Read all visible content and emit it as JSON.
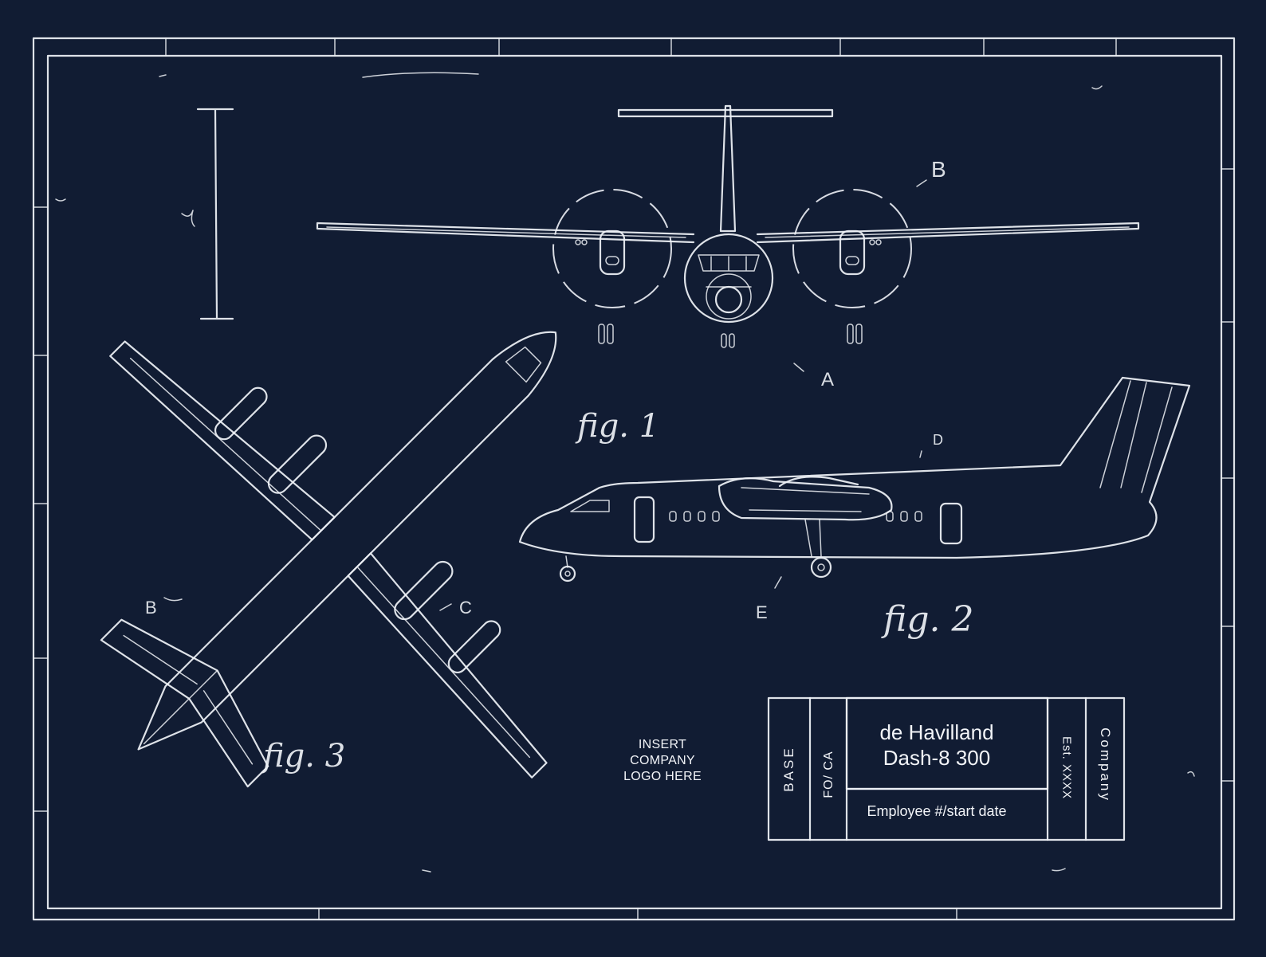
{
  "figures": {
    "fig1": "fig. 1",
    "fig2": "fig. 2",
    "fig3": "fig. 3"
  },
  "callouts": {
    "a": "A",
    "b_front": "B",
    "b_top": "B",
    "c": "C",
    "d": "D",
    "e": "E"
  },
  "logo_placeholder": {
    "line1": "INSERT",
    "line2": "COMPANY",
    "line3": "LOGO HERE"
  },
  "title_block": {
    "base": "BASE",
    "role": "FO/ CA",
    "title_line1": "de Havilland",
    "title_line2": "Dash-8 300",
    "employee": "Employee #/start date",
    "established": "Est. XXXX",
    "company": "Company"
  },
  "colors": {
    "background": "#111c33",
    "ink": "#eef1f6"
  }
}
